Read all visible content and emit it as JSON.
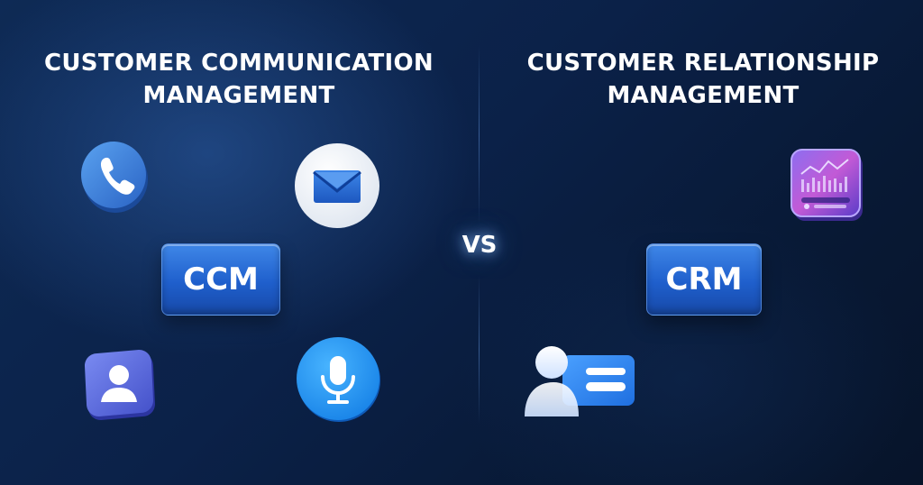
{
  "left_panel": {
    "title_line1": "CUSTOMER COMMUNICATION",
    "title_line2": "MANAGEMENT",
    "badge_label": "CCM",
    "icons": [
      "phone-icon",
      "mail-icon",
      "user-icon",
      "microphone-icon"
    ]
  },
  "right_panel": {
    "title_line1": "CUSTOMER RELATIONSHIP",
    "title_line2": "MANAGEMENT",
    "badge_label": "CRM",
    "icons": [
      "dashboard-icon",
      "contact-card-icon"
    ]
  },
  "vs_label": "VS",
  "colors": {
    "background": "#0b2148",
    "accent_blue": "#2f74e0",
    "text": "#ffffff"
  }
}
